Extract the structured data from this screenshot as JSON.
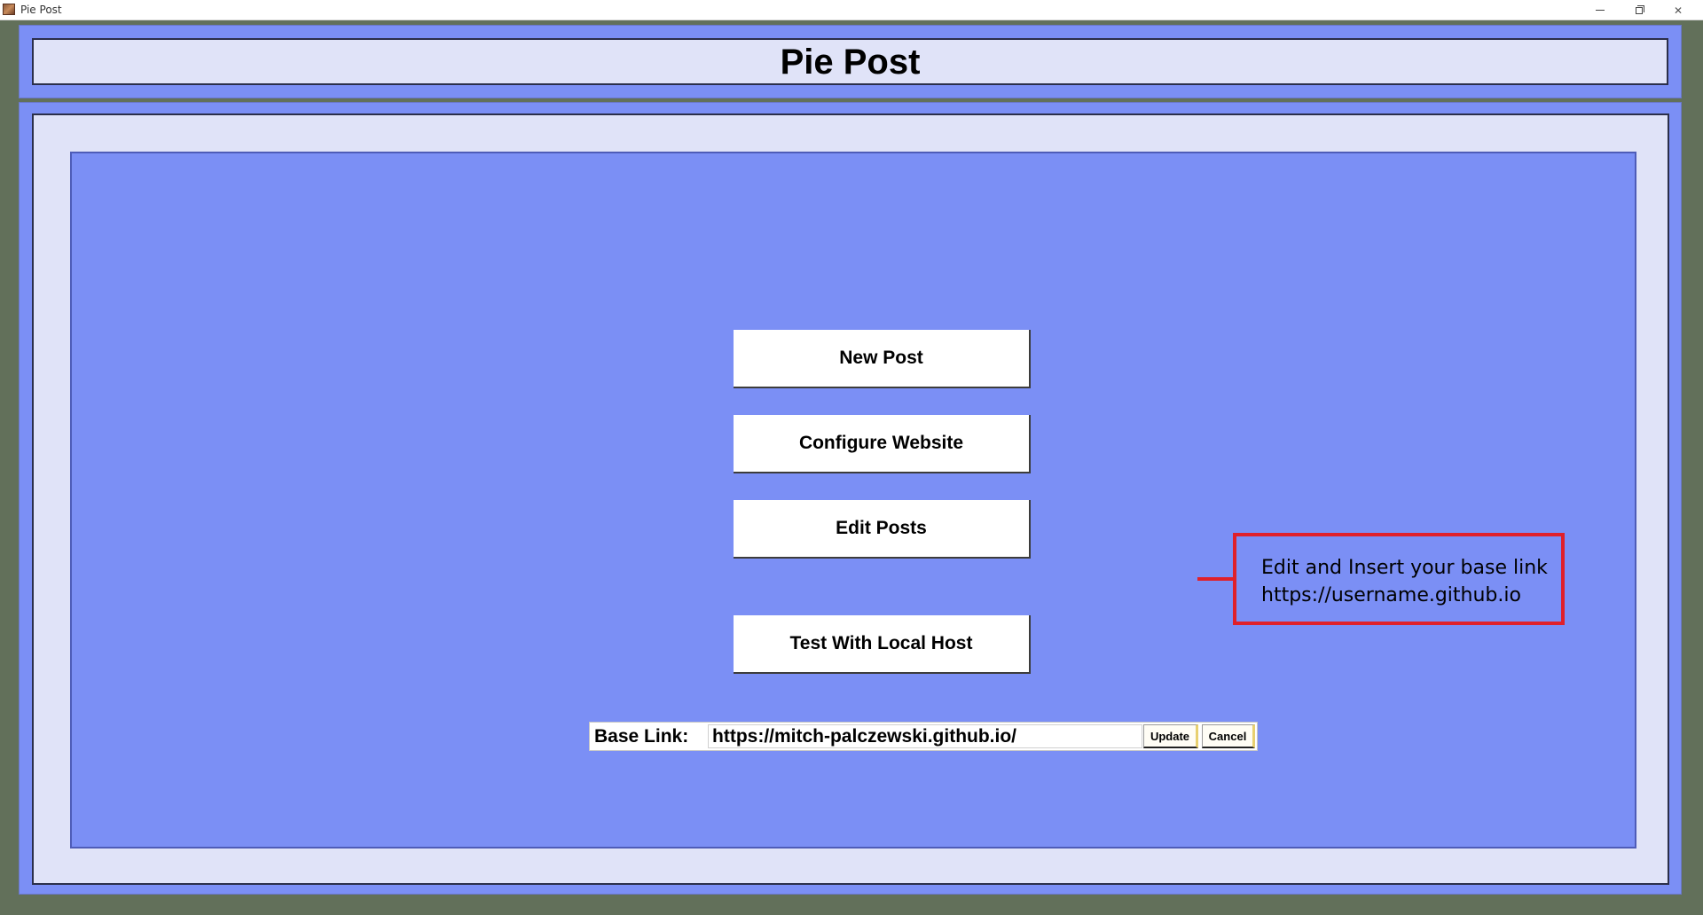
{
  "window": {
    "title": "Pie Post"
  },
  "header": {
    "title": "Pie Post"
  },
  "menu": {
    "new_post": "New Post",
    "configure_website": "Configure Website",
    "edit_posts": "Edit Posts",
    "test_local_host": "Test With Local Host"
  },
  "base_link": {
    "label": "Base Link:",
    "value": "https://mitch-palczewski.github.io/",
    "update_label": "Update",
    "cancel_label": "Cancel"
  },
  "callout": {
    "line1": "Edit and Insert your base link",
    "line2": "https://username.github.io"
  },
  "colors": {
    "background": "#62705a",
    "panel_blue": "#7b8ff5",
    "frame_light": "#e0e3f8",
    "callout_red": "#e0202a"
  }
}
